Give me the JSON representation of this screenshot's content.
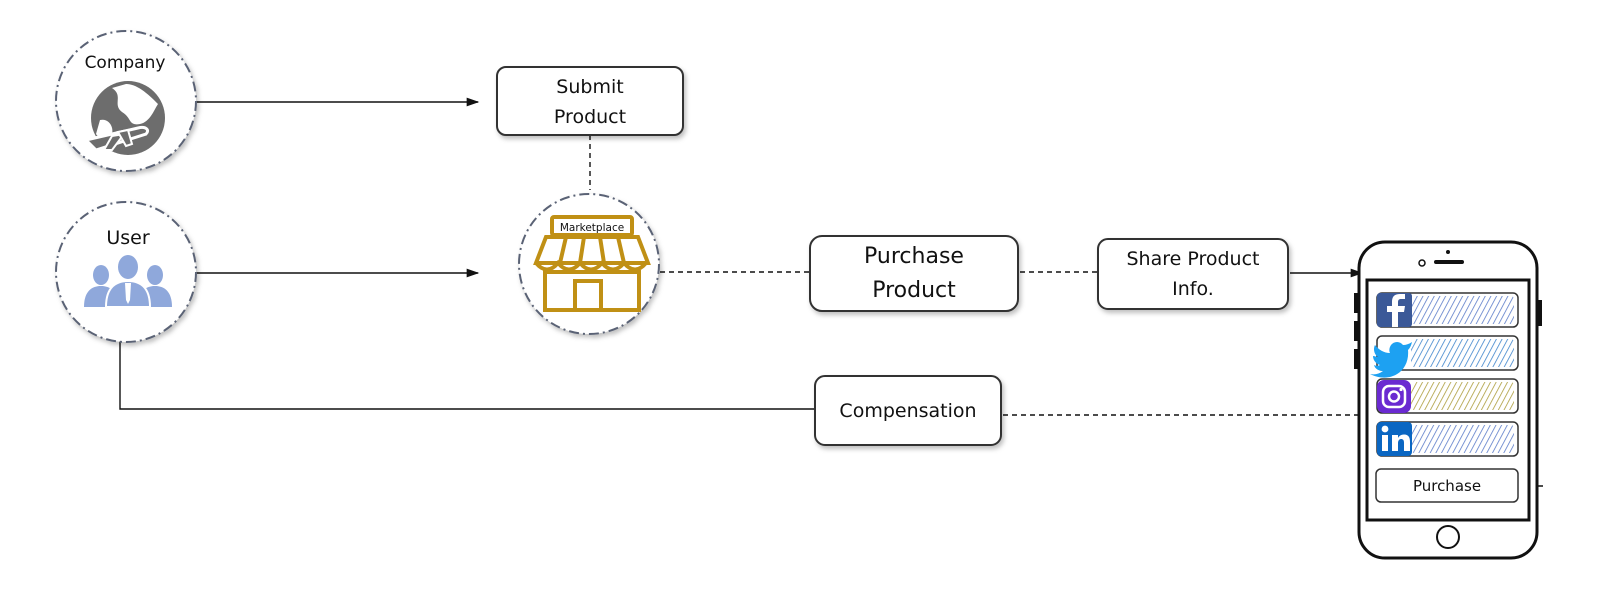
{
  "nodes": {
    "company": {
      "label": "Company",
      "icon": "globe-plane-icon"
    },
    "user": {
      "label": "User",
      "icon": "users-group-icon"
    },
    "submit_product": {
      "line1": "Submit",
      "line2": "Product"
    },
    "marketplace": {
      "label": "Marketplace",
      "icon": "storefront-icon"
    },
    "purchase_product": {
      "line1": "Purchase",
      "line2": "Product"
    },
    "share_product_info": {
      "line1": "Share Product",
      "line2": "Info."
    },
    "compensation": {
      "label": "Compensation"
    }
  },
  "phone": {
    "rows": [
      {
        "icon": "facebook-icon",
        "color": "#3b5998",
        "fill_color": "#5b7cc9"
      },
      {
        "icon": "twitter-icon",
        "color": "#1da1f2",
        "fill_color": "#4aa8e0"
      },
      {
        "icon": "instagram-icon",
        "color": "#6a2ad1",
        "fill_color": "#f0a27a"
      },
      {
        "icon": "linkedin-icon",
        "color": "#0a66c2",
        "fill_color": "#3b86d6"
      }
    ],
    "purchase_label": "Purchase"
  },
  "colors": {
    "marketplace": "#c09015",
    "company_icon": "#6d6d6d",
    "user_icon": "#8fa8db"
  }
}
